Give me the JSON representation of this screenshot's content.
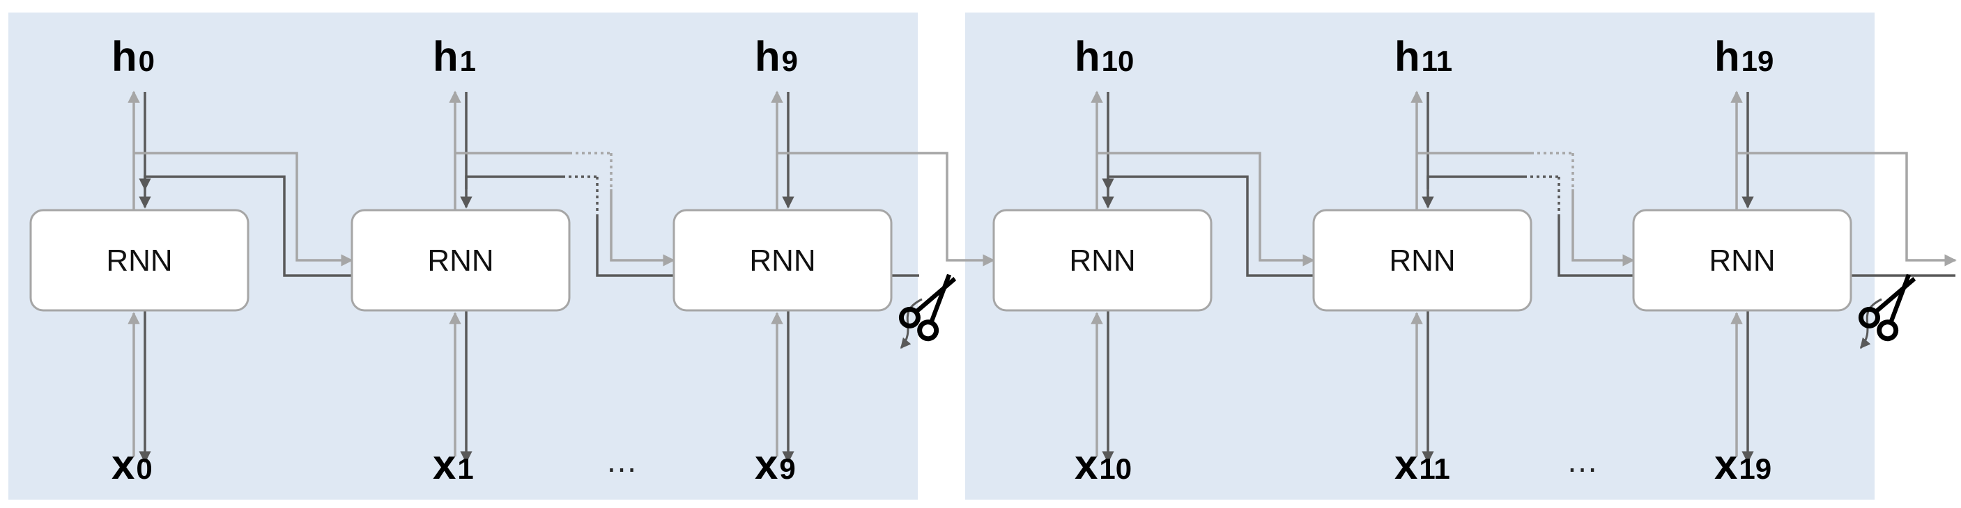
{
  "diagram": {
    "colors": {
      "panel_fill": "#dfe8f3",
      "cell_fill": "#ffffff",
      "cell_stroke": "#a6a6a6",
      "forward_arrow": "#a6a6a6",
      "backward_arrow": "#595959",
      "scissors": "#000000"
    },
    "segments": [
      {
        "name": "truncation-segment-1",
        "cells": [
          {
            "label": "RNN",
            "output": {
              "symbol": "h",
              "subscript": "0"
            },
            "input": {
              "symbol": "x",
              "subscript": "0"
            }
          },
          {
            "label": "RNN",
            "output": {
              "symbol": "h",
              "subscript": "1"
            },
            "input": {
              "symbol": "x",
              "subscript": "1"
            }
          },
          {
            "label": "RNN",
            "output": {
              "symbol": "h",
              "subscript": "9"
            },
            "input": {
              "symbol": "x",
              "subscript": "9"
            }
          }
        ],
        "ellipsis": "…"
      },
      {
        "name": "truncation-segment-2",
        "cells": [
          {
            "label": "RNN",
            "output": {
              "symbol": "h",
              "subscript": "10"
            },
            "input": {
              "symbol": "x",
              "subscript": "10"
            }
          },
          {
            "label": "RNN",
            "output": {
              "symbol": "h",
              "subscript": "11"
            },
            "input": {
              "symbol": "x",
              "subscript": "11"
            }
          },
          {
            "label": "RNN",
            "output": {
              "symbol": "h",
              "subscript": "19"
            },
            "input": {
              "symbol": "x",
              "subscript": "19"
            }
          }
        ],
        "ellipsis": "…"
      }
    ],
    "icons": {
      "cut": "scissors-icon"
    }
  }
}
